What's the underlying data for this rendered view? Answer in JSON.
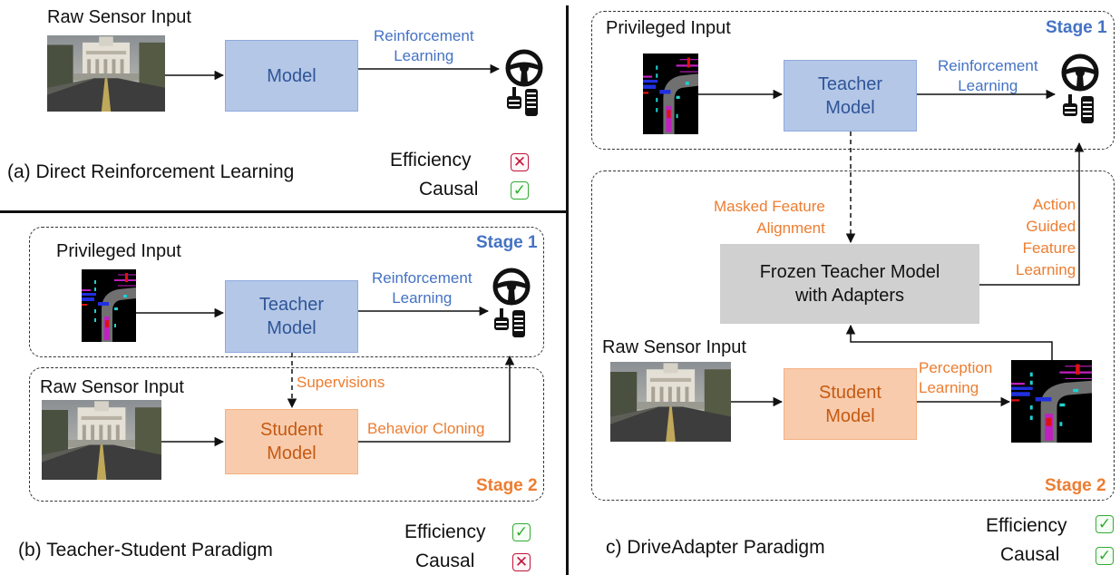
{
  "panel_a": {
    "input_label": "Raw Sensor Input",
    "model_label": "Model",
    "rl_line1": "Reinforcement",
    "rl_line2": "Learning",
    "caption": "(a) Direct Reinforcement Learning",
    "efficiency_label": "Efficiency",
    "causal_label": "Causal",
    "efficiency_mark": "✕",
    "causal_mark": "✓"
  },
  "panel_b": {
    "privileged_label": "Privileged Input",
    "stage1_label": "Stage 1",
    "teacher_line1": "Teacher",
    "teacher_line2": "Model",
    "rl_line1": "Reinforcement",
    "rl_line2": "Learning",
    "supervisions_label": "Supervisions",
    "raw_label": "Raw Sensor Input",
    "student_line1": "Student",
    "student_line2": "Model",
    "bc_label": "Behavior Cloning",
    "stage2_label": "Stage 2",
    "caption": "(b) Teacher-Student Paradigm",
    "efficiency_label": "Efficiency",
    "causal_label": "Causal",
    "efficiency_mark": "✓",
    "causal_mark": "✕"
  },
  "panel_c": {
    "privileged_label": "Privileged Input",
    "stage1_label": "Stage 1",
    "teacher_line1": "Teacher",
    "teacher_line2": "Model",
    "rl_line1": "Reinforcement",
    "rl_line2": "Learning",
    "masked_line1": "Masked Feature",
    "masked_line2": "Alignment",
    "action_line1": "Action",
    "action_line2": "Guided",
    "action_line3": "Feature",
    "action_line4": "Learning",
    "frozen_line1": "Frozen Teacher Model",
    "frozen_line2": "with Adapters",
    "raw_label": "Raw Sensor Input",
    "student_line1": "Student",
    "student_line2": "Model",
    "perception_line1": "Perception",
    "perception_line2": "Learning",
    "stage2_label": "Stage 2",
    "caption": "c) DriveAdapter Paradigm",
    "efficiency_label": "Efficiency",
    "causal_label": "Causal",
    "efficiency_mark": "✓",
    "causal_mark": "✓"
  },
  "icons": [
    "steering-wheel-icon",
    "pedals-icon",
    "camera-image",
    "bev-image"
  ],
  "colors": {
    "blue_text": "#4472c4",
    "orange_text": "#ed7d31",
    "blue_box": "#b4c7e7",
    "orange_box": "#f8cbad",
    "gray_box": "#d0d0d0",
    "cross": "#c0143c",
    "check": "#33aa33"
  }
}
